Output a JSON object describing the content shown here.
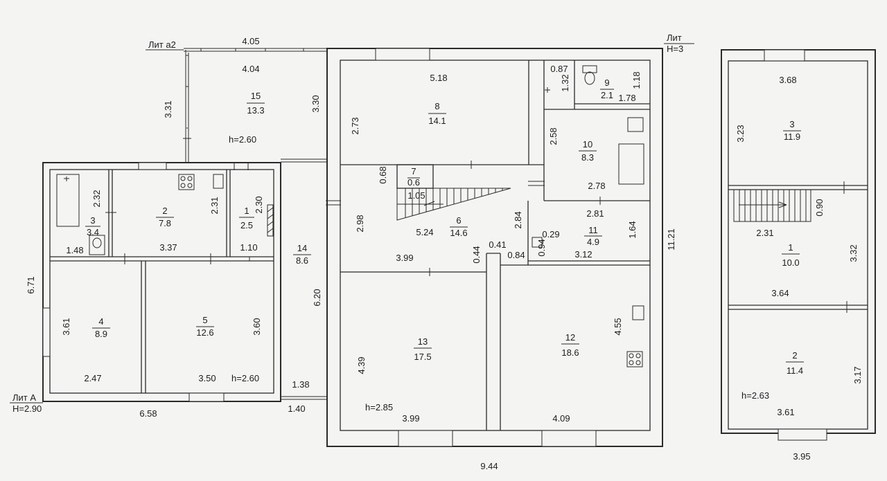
{
  "labels": {
    "lit_a2": "Лит а2",
    "lit_top": "Лит",
    "h_top": "Н=3",
    "lit_a": "Лит А",
    "h_a": "Н=2.90"
  },
  "heights": {
    "h15": "h=2.60",
    "h5": "h=2.60",
    "h13": "h=2.85",
    "hR2": "h=2.63"
  },
  "rooms": {
    "r1": {
      "num": "1",
      "area": "2.5"
    },
    "r2": {
      "num": "2",
      "area": "7.8"
    },
    "r3": {
      "num": "3",
      "area": "3.4"
    },
    "r4": {
      "num": "4",
      "area": "8.9"
    },
    "r5": {
      "num": "5",
      "area": "12.6"
    },
    "r6": {
      "num": "6",
      "area": "14.6"
    },
    "r7": {
      "num": "7",
      "area": "0.6"
    },
    "r8": {
      "num": "8",
      "area": "14.1"
    },
    "r9": {
      "num": "9",
      "area": "2.1"
    },
    "r10": {
      "num": "10",
      "area": "8.3"
    },
    "r11": {
      "num": "11",
      "area": "4.9"
    },
    "r12": {
      "num": "12",
      "area": "18.6"
    },
    "r13": {
      "num": "13",
      "area": "17.5"
    },
    "r14": {
      "num": "14",
      "area": "8.6"
    },
    "r15": {
      "num": "15",
      "area": "13.3"
    },
    "rr1": {
      "num": "1",
      "area": "10.0"
    },
    "rr2": {
      "num": "2",
      "area": "11.4"
    },
    "rr3": {
      "num": "3",
      "area": "11.9"
    }
  },
  "dims": {
    "d405": "4.05",
    "d404": "4.04",
    "d331": "3.31",
    "d330": "3.30",
    "d518": "5.18",
    "d273": "2.73",
    "d087": "0.87",
    "d132": "1.32",
    "d118": "1.18",
    "d178": "1.78",
    "d258": "2.58",
    "d278": "2.78",
    "d232": "2.32",
    "d231": "2.31",
    "d230": "2.30",
    "d337": "3.37",
    "d148": "1.48",
    "d110": "1.10",
    "d068": "0.68",
    "d105": "1.05",
    "d298": "2.98",
    "d524": "5.24",
    "d284": "2.84",
    "d399a": "3.99",
    "d044": "0.44",
    "d041": "0.41",
    "d084": "0.84",
    "d281": "2.81",
    "d029": "0.29",
    "d094": "0.94",
    "d312": "3.12",
    "d164": "1.64",
    "d1121": "11.21",
    "d671": "6.71",
    "d361": "3.61",
    "d360": "3.60",
    "d247": "2.47",
    "d350": "3.50",
    "d620": "6.20",
    "d138": "1.38",
    "d140": "1.40",
    "d658": "6.58",
    "d439": "4.39",
    "d399b": "3.99",
    "d409": "4.09",
    "d455": "4.55",
    "d944": "9.44",
    "dR368": "3.68",
    "dR323": "3.23",
    "dR090": "0.90",
    "dR231": "2.31",
    "dR364": "3.64",
    "dR332": "3.32",
    "dR317": "3.17",
    "dR361": "3.61",
    "dR395": "3.95"
  }
}
